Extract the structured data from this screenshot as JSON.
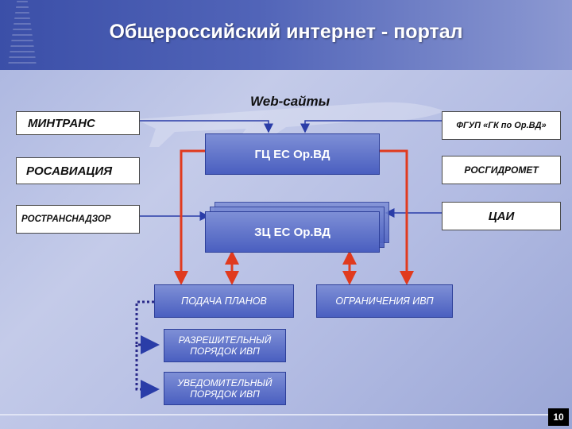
{
  "header": {
    "title": "Общероссийский интернет - портал"
  },
  "diagram": {
    "web_label": "Web-сайты",
    "left_orgs": [
      "МИНТРАНС",
      "РОСАВИАЦИЯ",
      "РОСТРАНСНАДЗОР"
    ],
    "right_orgs": [
      "ФГУП «ГК по Ор.ВД»",
      "РОСГИДРОМЕТ",
      "ЦАИ"
    ],
    "center": {
      "main": "ГЦ ЕС Ор.ВД",
      "zonal": "ЗЦ ЕС Ор.ВД"
    },
    "bottom": {
      "plans": "ПОДАЧА ПЛАНОВ",
      "limits": "ОГРАНИЧЕНИЯ ИВП",
      "permissive_1": "РАЗРЕШИТЕЛЬНЫЙ",
      "permissive_2": "ПОРЯДОК ИВП",
      "notify_1": "УВЕДОМИТЕЛЬНЫЙ",
      "notify_2": "ПОРЯДОК ИВП"
    },
    "colors": {
      "red_arrow": "#e03a1e",
      "blue_line": "#2a3da8",
      "box_fill": "#5a6fc8"
    }
  },
  "footer": {
    "page": "10"
  }
}
